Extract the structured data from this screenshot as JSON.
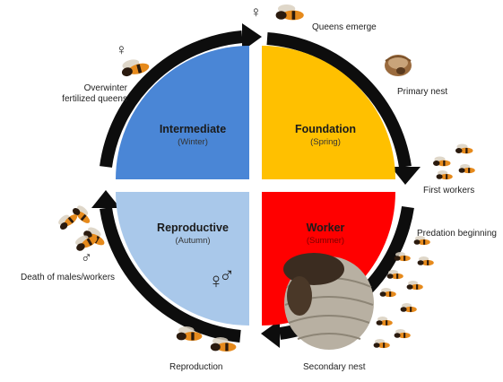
{
  "quadrants": {
    "intermediate": {
      "title": "Intermediate",
      "season": "(Winter)",
      "color": "#4a86d6"
    },
    "foundation": {
      "title": "Foundation",
      "season": "(Spring)",
      "color": "#ffc000"
    },
    "worker": {
      "title": "Worker",
      "season": "(Summer)",
      "color": "#ff0000"
    },
    "reproductive": {
      "title": "Reproductive",
      "season": "(Autumn)",
      "color": "#a9c8ea"
    }
  },
  "labels": {
    "queens_emerge": "Queens emerge",
    "primary_nest": "Primary nest",
    "first_workers": "First workers",
    "predation_beginning": "Predation beginning",
    "secondary_nest": "Secondary nest",
    "reproduction": "Reproduction",
    "death": "Death of males/workers",
    "overwinter_line1": "Overwinter",
    "overwinter_line2": "fertilized queens"
  },
  "symbols": {
    "female": "♀",
    "male": "♂",
    "female_top": "♀"
  },
  "colors": {
    "ring": "#0d0d0d",
    "hornet_body": "#2a1a0e",
    "hornet_orange": "#e68a1c",
    "nest_grey": "#b8b0a2"
  }
}
